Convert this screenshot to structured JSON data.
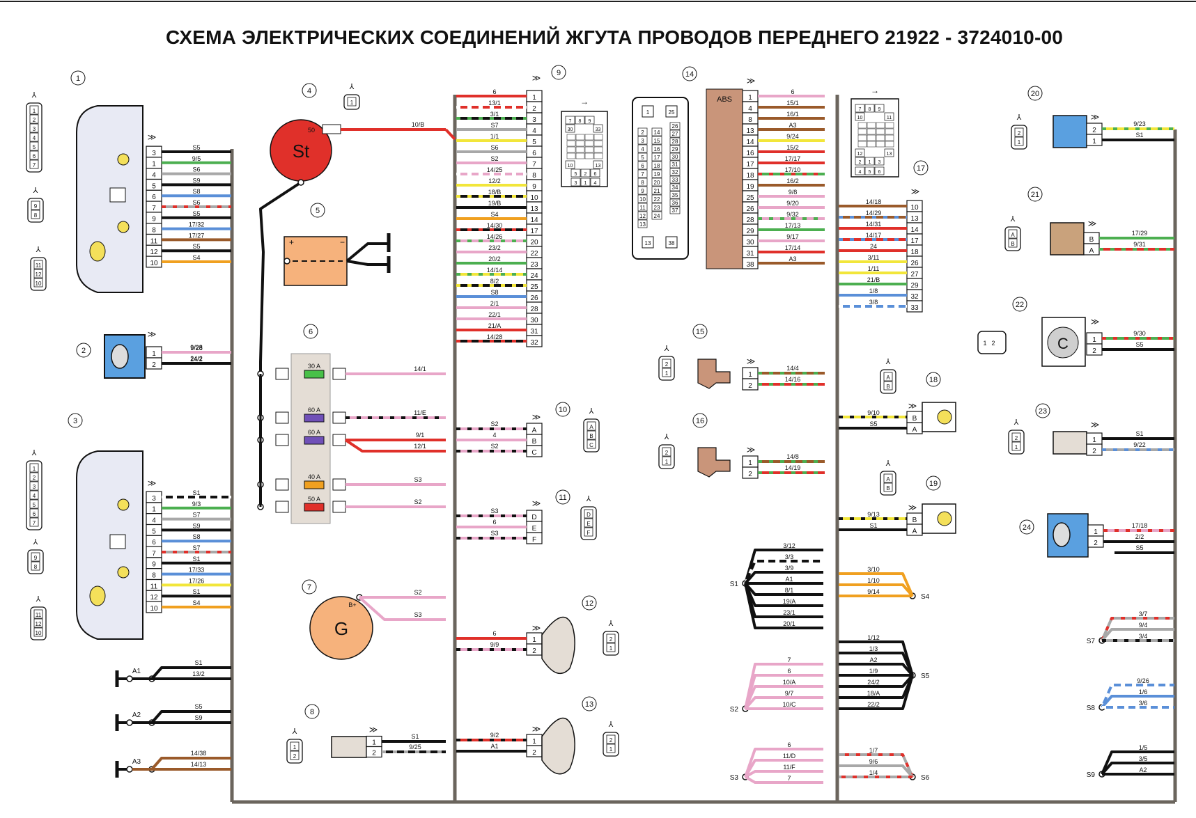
{
  "title": "СХЕМА ЭЛЕКТРИЧЕСКИХ СОЕДИНЕНИЙ ЖГУТА ПРОВОДОВ ПЕРЕДНЕГО 21922 - 3724010-00",
  "colors": {
    "black": "#111111",
    "red": "#e0302a",
    "green": "#4caf50",
    "pink": "#e8a6c8",
    "grey": "#a8a8a8",
    "brown": "#9a5a2a",
    "orange": "#f0a020",
    "yellow": "#f2e63a",
    "blue": "#5a8fd8",
    "trunk": "#6b655d",
    "white": "#ffffff"
  },
  "components": [
    "1",
    "2",
    "3",
    "4",
    "5",
    "6",
    "7",
    "8",
    "9",
    "10",
    "11",
    "12",
    "13",
    "14",
    "15",
    "16",
    "17",
    "18",
    "19",
    "20",
    "21",
    "22",
    "23",
    "24"
  ],
  "c1": {
    "pins": [
      "3",
      "1",
      "4",
      "5",
      "6",
      "7",
      "9",
      "8",
      "11",
      "12",
      "10"
    ],
    "wires": [
      {
        "l": "S5",
        "c": "black"
      },
      {
        "l": "9/5",
        "c": "green"
      },
      {
        "l": "S6",
        "c": "grey"
      },
      {
        "l": "S9",
        "c": "black"
      },
      {
        "l": "S8",
        "c": "blue"
      },
      {
        "l": "S6",
        "c": "grey-red"
      },
      {
        "l": "S5",
        "c": "black"
      },
      {
        "l": "17/32",
        "c": "blue"
      },
      {
        "l": "17/27",
        "c": "brown"
      },
      {
        "l": "S5",
        "c": "black"
      },
      {
        "l": "S4",
        "c": "orange"
      }
    ]
  },
  "c2": {
    "pins": [
      "1",
      "2"
    ],
    "wires": [
      {
        "l": "9/28",
        "c": "pink"
      },
      {
        "l": "24/2",
        "c": "black"
      }
    ]
  },
  "c3": {
    "pins": [
      "3",
      "1",
      "4",
      "5",
      "6",
      "7",
      "9",
      "8",
      "11",
      "12",
      "10"
    ],
    "wires": [
      {
        "l": "S1",
        "c": "black-white"
      },
      {
        "l": "9/3",
        "c": "green"
      },
      {
        "l": "S7",
        "c": "grey"
      },
      {
        "l": "S9",
        "c": "black"
      },
      {
        "l": "S8",
        "c": "blue"
      },
      {
        "l": "S7",
        "c": "grey-red"
      },
      {
        "l": "S1",
        "c": "black"
      },
      {
        "l": "17/33",
        "c": "blue"
      },
      {
        "l": "17/26",
        "c": "yellow"
      },
      {
        "l": "S1",
        "c": "black"
      },
      {
        "l": "S4",
        "c": "orange"
      }
    ]
  },
  "c4": {
    "label": "St",
    "pin": "50",
    "wire": "10/B"
  },
  "c6": {
    "fuses": [
      "30 A",
      "60 A",
      "60 A",
      "40 A",
      "50 A"
    ],
    "wires": [
      "14/1",
      "11/E",
      "9/1",
      "12/1",
      "S3",
      "S2"
    ]
  },
  "c7": {
    "label": "G",
    "pin": "B+",
    "wires": [
      "S2",
      "S3"
    ]
  },
  "c8": {
    "pins": [
      "1",
      "2"
    ],
    "wires": [
      "S1",
      "9/25"
    ]
  },
  "c9": {
    "pins": [
      "1",
      "2",
      "3",
      "4",
      "5",
      "6",
      "7",
      "8",
      "9",
      "10",
      "13",
      "14",
      "17",
      "20",
      "22",
      "23",
      "24",
      "25",
      "26",
      "28",
      "30",
      "31",
      "32"
    ],
    "wires": [
      {
        "l": "6",
        "c": "red"
      },
      {
        "l": "13/1",
        "c": "red-white"
      },
      {
        "l": "3/1",
        "c": "black-green"
      },
      {
        "l": "S7",
        "c": "grey"
      },
      {
        "l": "1/1",
        "c": "yellow"
      },
      {
        "l": "S6",
        "c": "grey"
      },
      {
        "l": "S2",
        "c": "pink"
      },
      {
        "l": "14/25",
        "c": "pink-white"
      },
      {
        "l": "12/2",
        "c": "yellow"
      },
      {
        "l": "18/B",
        "c": "black-yellow"
      },
      {
        "l": "19/B",
        "c": "black"
      },
      {
        "l": "S4",
        "c": "orange"
      },
      {
        "l": "14/30",
        "c": "black-red"
      },
      {
        "l": "14/26",
        "c": "pink-green"
      },
      {
        "l": "23/2",
        "c": "pink"
      },
      {
        "l": "20/2",
        "c": "green"
      },
      {
        "l": "14/14",
        "c": "yellow-green"
      },
      {
        "l": "8/2",
        "c": "black-yellow"
      },
      {
        "l": "S8",
        "c": "blue"
      },
      {
        "l": "2/1",
        "c": "pink"
      },
      {
        "l": "22/1",
        "c": "pink"
      },
      {
        "l": "21/A",
        "c": "red"
      },
      {
        "l": "14/28",
        "c": "black-red"
      }
    ]
  },
  "c10": {
    "pins": [
      "A",
      "B",
      "C"
    ],
    "wires": [
      "S2",
      "4",
      "S2"
    ],
    "socket": [
      "A",
      "B",
      "C"
    ]
  },
  "c11": {
    "pins": [
      "D",
      "E",
      "F"
    ],
    "wires": [
      "S3",
      "6",
      "S3"
    ],
    "socket": [
      "D",
      "E",
      "F"
    ]
  },
  "c12": {
    "pins": [
      "1",
      "2"
    ],
    "wires": [
      "6",
      "9/9"
    ]
  },
  "c13": {
    "pins": [
      "1",
      "2"
    ],
    "wires": [
      "9/2",
      "A1"
    ]
  },
  "c14": {
    "label": "ABS",
    "pins": [
      "1",
      "4",
      "8",
      "13",
      "14",
      "16",
      "17",
      "18",
      "19",
      "25",
      "26",
      "28",
      "29",
      "30",
      "31",
      "38"
    ],
    "wires": [
      {
        "l": "6",
        "c": "pink"
      },
      {
        "l": "15/1",
        "c": "brown"
      },
      {
        "l": "16/1",
        "c": "brown"
      },
      {
        "l": "A3",
        "c": "brown"
      },
      {
        "l": "9/24",
        "c": "yellow"
      },
      {
        "l": "15/2",
        "c": "red"
      },
      {
        "l": "17/17",
        "c": "red"
      },
      {
        "l": "17/10",
        "c": "green-red"
      },
      {
        "l": "16/2",
        "c": "brown"
      },
      {
        "l": "9/8",
        "c": "pink"
      },
      {
        "l": "9/20",
        "c": "pink"
      },
      {
        "l": "9/32",
        "c": "pink-green"
      },
      {
        "l": "17/13",
        "c": "green"
      },
      {
        "l": "9/17",
        "c": "pink"
      },
      {
        "l": "17/14",
        "c": "red"
      },
      {
        "l": "A3",
        "c": "brown"
      }
    ],
    "socket_left": [
      "2",
      "3",
      "4",
      "5",
      "6",
      "7",
      "8",
      "9",
      "10",
      "11",
      "12",
      "13"
    ],
    "socket_mid": [
      "14",
      "15",
      "16",
      "17",
      "18",
      "19",
      "20",
      "21",
      "22",
      "23",
      "24"
    ],
    "socket_right": [
      "26",
      "27",
      "28",
      "29",
      "30",
      "31",
      "32",
      "33",
      "34",
      "35",
      "36",
      "37"
    ],
    "socket_top": [
      "1",
      "25"
    ],
    "socket_bottom": [
      "13",
      "38"
    ]
  },
  "c15": {
    "pins": [
      "1",
      "2"
    ],
    "wires": [
      "14/4",
      "14/16"
    ]
  },
  "c16": {
    "pins": [
      "1",
      "2"
    ],
    "wires": [
      "14/8",
      "14/19"
    ]
  },
  "c17": {
    "pins": [
      "10",
      "13",
      "14",
      "17",
      "18",
      "26",
      "27",
      "29",
      "32",
      "33"
    ],
    "wires": [
      {
        "l": "14/18",
        "c": "brown"
      },
      {
        "l": "14/29",
        "c": "brown-blue"
      },
      {
        "l": "14/31",
        "c": "red"
      },
      {
        "l": "14/17",
        "c": "red-blue"
      },
      {
        "l": "24",
        "c": "red"
      },
      {
        "l": "3/11",
        "c": "yellow"
      },
      {
        "l": "1/11",
        "c": "yellow"
      },
      {
        "l": "21/B",
        "c": "green"
      },
      {
        "l": "1/8",
        "c": "blue"
      },
      {
        "l": "3/8",
        "c": "blue-white"
      }
    ],
    "socket": [
      "7",
      "8",
      "9",
      "10",
      "11",
      "12",
      "13",
      "1",
      "2",
      "3",
      "4",
      "5",
      "6"
    ]
  },
  "c18": {
    "pins": [
      "B",
      "A"
    ],
    "wires": [
      "9/10",
      "S5"
    ],
    "socket": [
      "A",
      "B"
    ]
  },
  "c19": {
    "pins": [
      "B",
      "A"
    ],
    "wires": [
      "9/13",
      "S1"
    ],
    "socket": [
      "A",
      "B"
    ]
  },
  "c20": {
    "pins": [
      "2",
      "1"
    ],
    "wires": [
      "9/23",
      "S1"
    ]
  },
  "c21": {
    "pins": [
      "B",
      "A"
    ],
    "wires": [
      "17/29",
      "9/31"
    ],
    "socket": [
      "A",
      "B"
    ]
  },
  "c22": {
    "label": "C",
    "pins": [
      "1",
      "2"
    ],
    "wires": [
      "9/30",
      "S5"
    ],
    "socket": [
      "1",
      "2"
    ]
  },
  "c23": {
    "pins": [
      "1",
      "2"
    ],
    "wires": [
      "S1",
      "9/22"
    ]
  },
  "c24": {
    "pins": [
      "1",
      "2"
    ],
    "wires": [
      "17/18",
      "2/2",
      "S5"
    ]
  },
  "grounds": [
    {
      "name": "A1",
      "wires": [
        "S1",
        "13/2"
      ]
    },
    {
      "name": "A2",
      "wires": [
        "S5",
        "S9"
      ]
    },
    {
      "name": "A3",
      "wires": [
        "14/38",
        "14/13"
      ]
    }
  ],
  "splices": {
    "S1": [
      "3/12",
      "3/3",
      "3/9",
      "A1",
      "8/1",
      "19/A",
      "23/1",
      "20/1"
    ],
    "S4": [
      "3/10",
      "1/10",
      "9/14"
    ],
    "S5": [
      "1/12",
      "1/3",
      "A2",
      "1/9",
      "24/2",
      "18/A",
      "22/2"
    ],
    "S2": [
      "7",
      "6",
      "10/A",
      "9/7",
      "10/C"
    ],
    "S3": [
      "6",
      "11/D",
      "11/F",
      "7"
    ],
    "S6": [
      "1/7",
      "9/6",
      "1/4"
    ],
    "S7": [
      "3/7",
      "9/4",
      "3/4"
    ],
    "S8": [
      "9/26",
      "1/6",
      "3/6"
    ],
    "S9": [
      "1/5",
      "3/5",
      "A2"
    ]
  },
  "socket_pins": {
    "c1_a": [
      "1",
      "2",
      "3",
      "4",
      "5",
      "6",
      "7"
    ],
    "c1_b": [
      "9",
      "8"
    ],
    "c1_c": [
      "11",
      "12",
      "10"
    ],
    "c8": [
      "1",
      "2"
    ],
    "c9": [
      "7",
      "8",
      "9",
      "30",
      "33",
      "10",
      "13",
      "5",
      "2",
      "6",
      "3",
      "1",
      "4"
    ],
    "c12": [
      "2",
      "1"
    ],
    "c15": [
      "2",
      "1"
    ],
    "c23": [
      "2",
      "1"
    ]
  }
}
